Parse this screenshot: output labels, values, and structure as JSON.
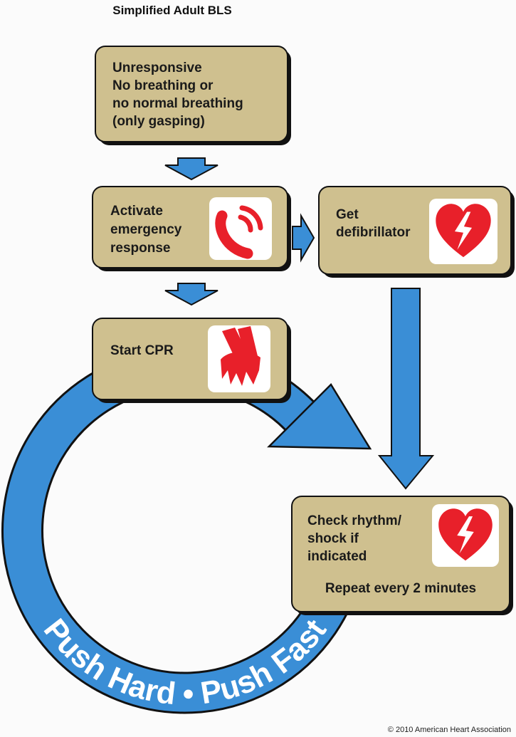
{
  "title": "Simplified Adult BLS",
  "colors": {
    "box_fill": "#cfc08f",
    "arrow_blue": "#3a8ed6",
    "icon_red": "#e8202a"
  },
  "steps": [
    {
      "lines": [
        "Unresponsive",
        "No breathing or",
        "no normal breathing",
        "(only gasping)"
      ]
    },
    {
      "lines": [
        "Activate",
        "emergency",
        "response"
      ],
      "icon": "phone-icon"
    },
    {
      "lines": [
        "Get",
        "defibrillator"
      ],
      "icon": "heart-lightning-icon"
    },
    {
      "lines": [
        "Start CPR"
      ],
      "icon": "cpr-hands-icon"
    },
    {
      "lines": [
        "Check rhythm/",
        "shock if",
        "indicated"
      ],
      "note": "Repeat every 2 minutes",
      "icon": "heart-lightning-icon"
    }
  ],
  "loop_text": "Push Hard • Push Fast",
  "copyright": "© 2010 American Heart Association"
}
